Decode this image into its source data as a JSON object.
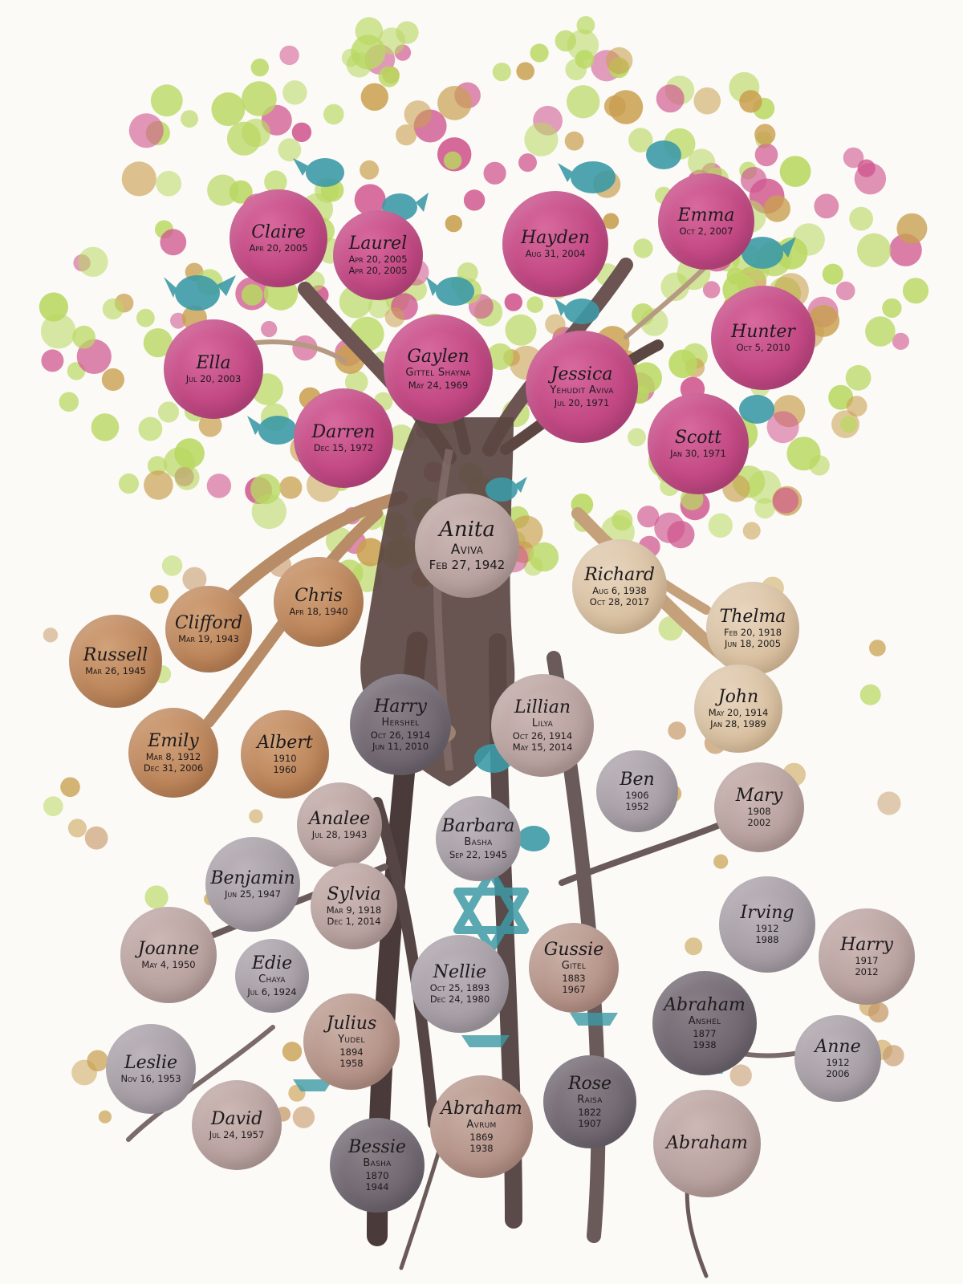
{
  "colors": {
    "leaf_green": "#b9d862",
    "leaf_pink": "#d0588f",
    "leaf_gold": "#c9a050",
    "bird_teal": "#3d9aa6",
    "trunk_brown": "#5b4642",
    "branch_tan": "#b78c66"
  },
  "icons": {
    "birds": "bird-icon",
    "star": "star-of-david-icon",
    "boats": "paper-boat-icon"
  },
  "people": {
    "claire": {
      "name": "Claire",
      "dates": [
        "Apr 20, 2005"
      ]
    },
    "laurel": {
      "name": "Laurel",
      "dates": [
        "Apr 20, 2005",
        "Apr 20, 2005"
      ]
    },
    "hayden": {
      "name": "Hayden",
      "dates": [
        "Aug 31, 2004"
      ]
    },
    "emma": {
      "name": "Emma",
      "dates": [
        "Oct 2, 2007"
      ]
    },
    "ella": {
      "name": "Ella",
      "dates": [
        "Jul 20, 2003"
      ]
    },
    "gaylen": {
      "name": "Gaylen",
      "hebrew": "Gittel Shayna",
      "dates": [
        "May 24, 1969"
      ]
    },
    "jessica": {
      "name": "Jessica",
      "hebrew": "Yehudit Aviva",
      "dates": [
        "Jul 20, 1971"
      ]
    },
    "hunter": {
      "name": "Hunter",
      "dates": [
        "Oct 5, 2010"
      ]
    },
    "darren": {
      "name": "Darren",
      "dates": [
        "Dec 15, 1972"
      ]
    },
    "scott": {
      "name": "Scott",
      "dates": [
        "Jan 30, 1971"
      ]
    },
    "anita": {
      "name": "Anita",
      "hebrew": "Aviva",
      "dates": [
        "Feb 27, 1942"
      ]
    },
    "richard": {
      "name": "Richard",
      "dates": [
        "Aug 6, 1938",
        "Oct 28, 2017"
      ]
    },
    "thelma": {
      "name": "Thelma",
      "dates": [
        "Feb 20, 1918",
        "Jun 18, 2005"
      ]
    },
    "chris": {
      "name": "Chris",
      "dates": [
        "Apr 18, 1940"
      ]
    },
    "clifford": {
      "name": "Clifford",
      "dates": [
        "Mar 19, 1943"
      ]
    },
    "russell": {
      "name": "Russell",
      "dates": [
        "Mar 26, 1945"
      ]
    },
    "harry1": {
      "name": "Harry",
      "hebrew": "Hershel",
      "dates": [
        "Oct 26, 1914",
        "Jun 11, 2010"
      ]
    },
    "lillian": {
      "name": "Lillian",
      "hebrew": "Lilya",
      "dates": [
        "Oct 26, 1914",
        "May 15, 2014"
      ]
    },
    "john": {
      "name": "John",
      "dates": [
        "May 20, 1914",
        "Jan 28, 1989"
      ]
    },
    "emily": {
      "name": "Emily",
      "dates": [
        "Mar 8, 1912",
        "Dec 31, 2006"
      ]
    },
    "albert": {
      "name": "Albert",
      "dates": [
        "1910",
        "1960"
      ]
    },
    "ben": {
      "name": "Ben",
      "dates": [
        "1906",
        "1952"
      ]
    },
    "mary": {
      "name": "Mary",
      "dates": [
        "1908",
        "2002"
      ]
    },
    "analee": {
      "name": "Analee",
      "dates": [
        "Jul 28, 1943"
      ]
    },
    "barbara": {
      "name": "Barbara",
      "hebrew": "Basha",
      "dates": [
        "Sep 22, 1945"
      ]
    },
    "benjamin": {
      "name": "Benjamin",
      "dates": [
        "Jun 25, 1947"
      ]
    },
    "sylvia": {
      "name": "Sylvia",
      "dates": [
        "Mar 9, 1918",
        "Dec 1, 2014"
      ]
    },
    "irving": {
      "name": "Irving",
      "dates": [
        "1912",
        "1988"
      ]
    },
    "joanne": {
      "name": "Joanne",
      "dates": [
        "May 4, 1950"
      ]
    },
    "harry2": {
      "name": "Harry",
      "dates": [
        "1917",
        "2012"
      ]
    },
    "edie": {
      "name": "Edie",
      "hebrew": "Chaya",
      "dates": [
        "Jul 6, 1924"
      ]
    },
    "nellie": {
      "name": "Nellie",
      "dates": [
        "Oct 25, 1893",
        "Dec 24, 1980"
      ]
    },
    "gussie": {
      "name": "Gussie",
      "hebrew": "Gitel",
      "dates": [
        "1883",
        "1967"
      ]
    },
    "abraham1": {
      "name": "Abraham",
      "hebrew": "Anshel",
      "dates": [
        "1877",
        "1938"
      ]
    },
    "julius": {
      "name": "Julius",
      "hebrew": "Yudel",
      "dates": [
        "1894",
        "1958"
      ]
    },
    "leslie": {
      "name": "Leslie",
      "dates": [
        "Nov 16, 1953"
      ]
    },
    "anne": {
      "name": "Anne",
      "dates": [
        "1912",
        "2006"
      ]
    },
    "rose": {
      "name": "Rose",
      "hebrew": "Raisa",
      "dates": [
        "1822",
        "1907"
      ]
    },
    "abraham2": {
      "name": "Abraham",
      "hebrew": "Avrum",
      "dates": [
        "1869",
        "1938"
      ]
    },
    "david": {
      "name": "David",
      "dates": [
        "Jul 24, 1957"
      ]
    },
    "abraham3": {
      "name": "Abraham",
      "dates": []
    },
    "bessie": {
      "name": "Bessie",
      "hebrew": "Basha",
      "dates": [
        "1870",
        "1944"
      ]
    }
  }
}
